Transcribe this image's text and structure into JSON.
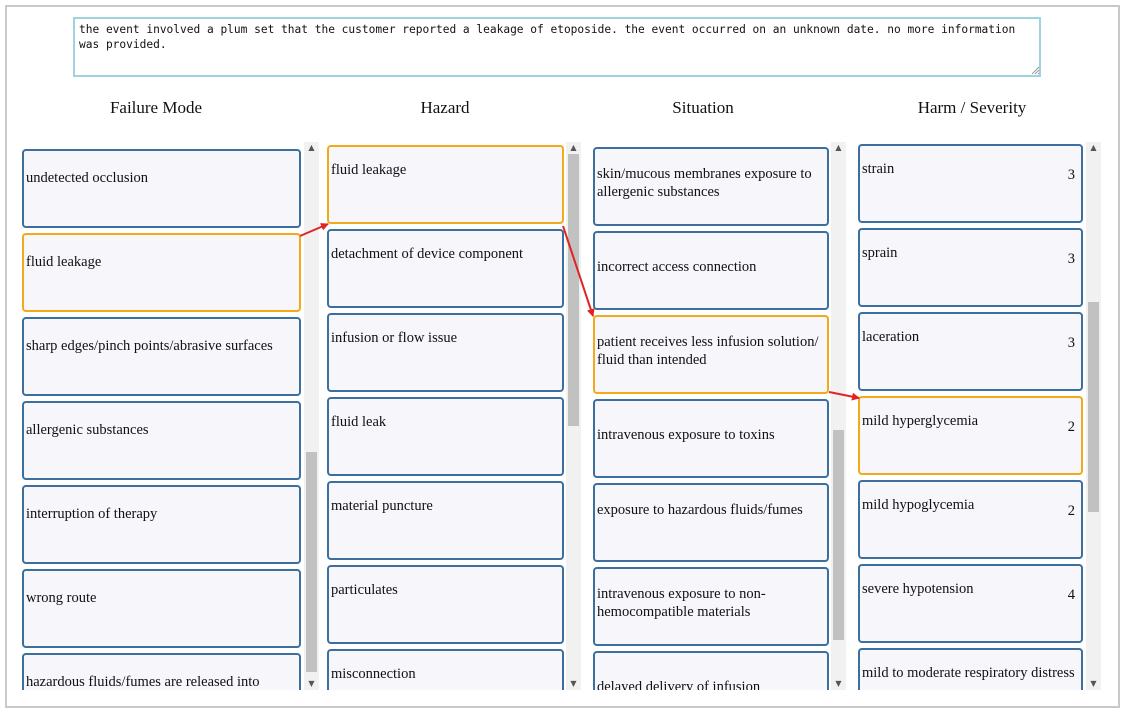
{
  "description": "the event involved a plum set that the customer reported a leakage of etoposide. the event occurred on an unknown date. no more information was provided.",
  "columns": {
    "failure_mode": {
      "title": "Failure Mode",
      "items": [
        {
          "label": "undetected occlusion"
        },
        {
          "label": "fluid leakage",
          "selected": true
        },
        {
          "label": "sharp edges/pinch points/abrasive surfaces"
        },
        {
          "label": "allergenic substances"
        },
        {
          "label": "interruption of therapy"
        },
        {
          "label": "wrong route"
        },
        {
          "label": "hazardous fluids/fumes are released into"
        }
      ]
    },
    "hazard": {
      "title": "Hazard",
      "items": [
        {
          "label": "fluid leakage",
          "selected": true
        },
        {
          "label": "detachment of device component"
        },
        {
          "label": "infusion or flow issue"
        },
        {
          "label": "fluid leak"
        },
        {
          "label": "material puncture"
        },
        {
          "label": "particulates"
        },
        {
          "label": "misconnection"
        }
      ]
    },
    "situation": {
      "title": "Situation",
      "items": [
        {
          "label": "skin/mucous membranes exposure to allergenic substances"
        },
        {
          "label": "incorrect access connection"
        },
        {
          "label": "patient receives less infusion solution/ fluid than intended",
          "selected": true
        },
        {
          "label": "intravenous exposure to toxins"
        },
        {
          "label": "exposure to hazardous fluids/fumes"
        },
        {
          "label": "intravenous exposure to non-hemocompatible materials"
        },
        {
          "label": "delayed delivery of infusion"
        }
      ]
    },
    "harm": {
      "title": "Harm / Severity",
      "items": [
        {
          "label": "strain",
          "severity": "3"
        },
        {
          "label": "sprain",
          "severity": "3"
        },
        {
          "label": "laceration",
          "severity": "3"
        },
        {
          "label": "mild hyperglycemia",
          "severity": "2",
          "selected": true
        },
        {
          "label": "mild hypoglycemia",
          "severity": "2"
        },
        {
          "label": "severe hypotension",
          "severity": "4"
        },
        {
          "label": "mild to moderate respiratory distress",
          "severity": ""
        }
      ]
    }
  },
  "colors": {
    "card_border": "#3c6f9d",
    "selected_border": "#f2aa1a",
    "arrow": "#e02424",
    "card_bg": "#f6f6fb"
  },
  "scrollbars": [
    {
      "column": "failure_mode",
      "thumb_fraction": 0.42,
      "scroll_position": 0.98
    },
    {
      "column": "hazard",
      "thumb_fraction": 0.52,
      "scroll_position": 0.0
    },
    {
      "column": "situation",
      "thumb_fraction": 0.4,
      "scroll_position": 0.88
    },
    {
      "column": "harm",
      "thumb_fraction": 0.4,
      "scroll_position": 0.47
    }
  ]
}
